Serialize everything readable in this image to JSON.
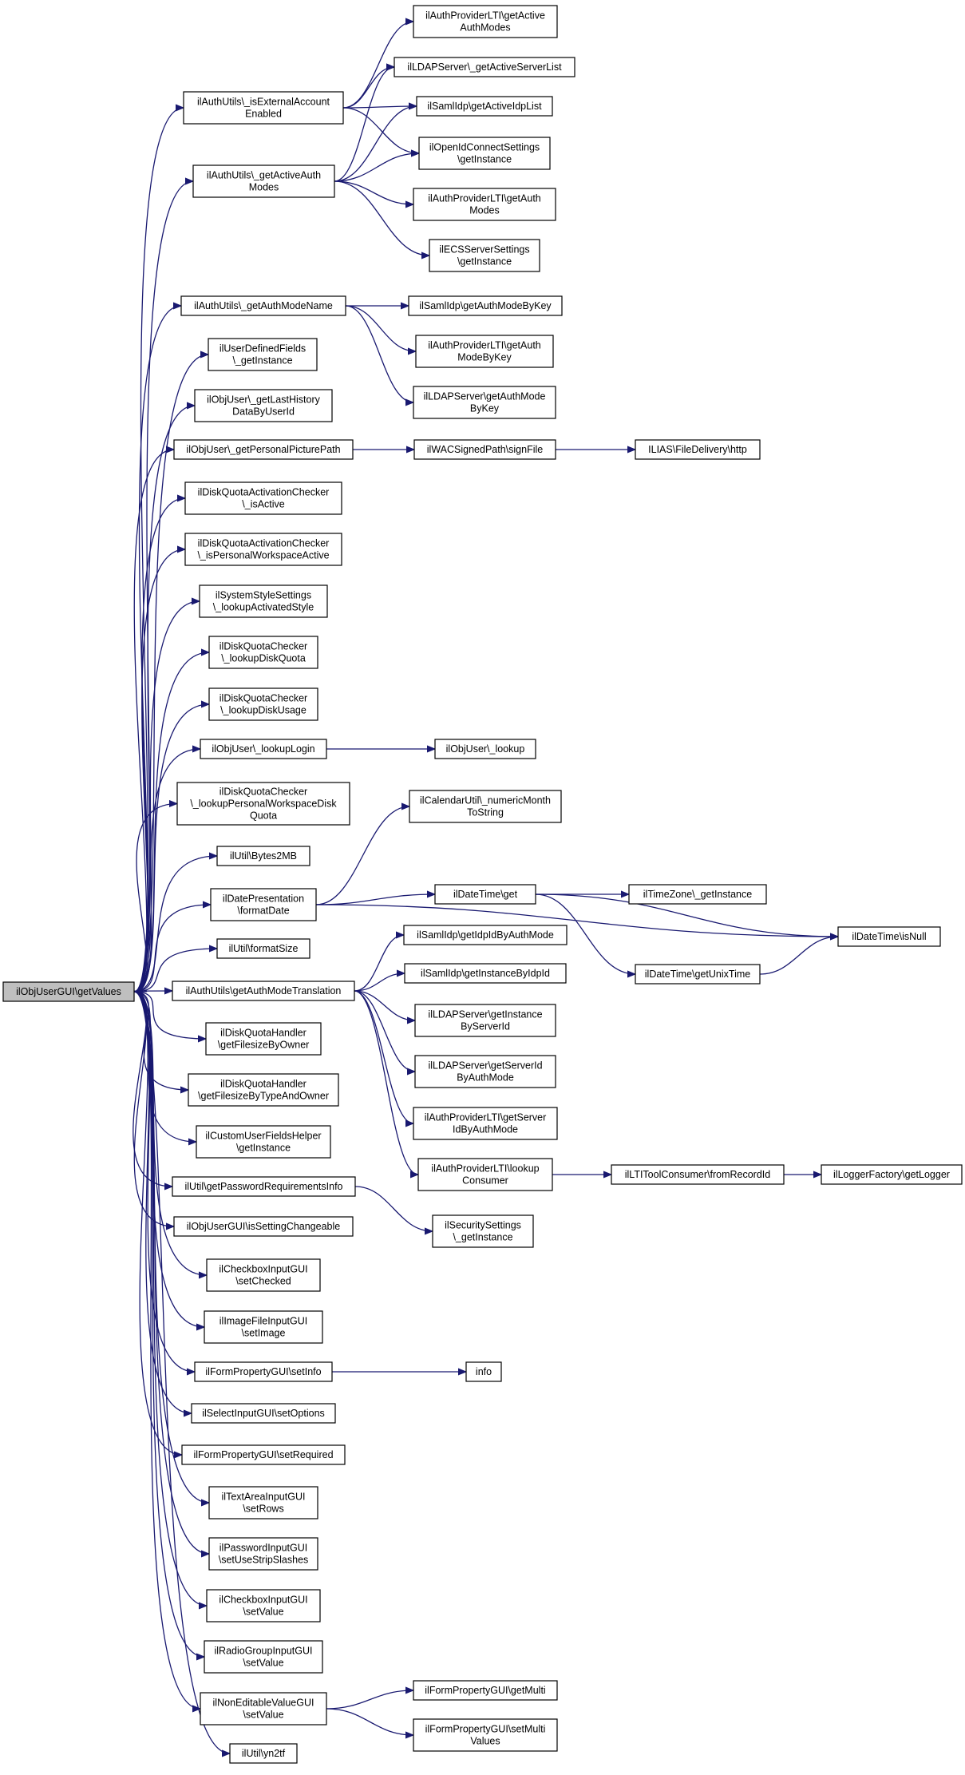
{
  "title": "",
  "colors": {
    "edge": "#191970",
    "node_border": "#000000",
    "root_fill": "#bfbfbf",
    "node_fill": "#ffffff"
  },
  "nodes": [
    {
      "id": "root",
      "lines": [
        "ilObjUserGUI\\getValues"
      ],
      "root": true
    },
    {
      "id": "isExt",
      "lines": [
        "ilAuthUtils\\_isExternalAccount",
        "Enabled"
      ]
    },
    {
      "id": "getActiveAuthModes",
      "lines": [
        "ilAuthUtils\\_getActiveAuth",
        "Modes"
      ]
    },
    {
      "id": "getAuthModeName",
      "lines": [
        "ilAuthUtils\\_getAuthModeName"
      ]
    },
    {
      "id": "udf",
      "lines": [
        "ilUserDefinedFields",
        "\\_getInstance"
      ]
    },
    {
      "id": "lastHist",
      "lines": [
        "ilObjUser\\_getLastHistory",
        "DataByUserId"
      ]
    },
    {
      "id": "picPath",
      "lines": [
        "ilObjUser\\_getPersonalPicturePath"
      ]
    },
    {
      "id": "dqaIsActive",
      "lines": [
        "ilDiskQuotaActivationChecker",
        "\\_isActive"
      ]
    },
    {
      "id": "dqaIsPWA",
      "lines": [
        "ilDiskQuotaActivationChecker",
        "\\_isPersonalWorkspaceActive"
      ]
    },
    {
      "id": "sysStyle",
      "lines": [
        "ilSystemStyleSettings",
        "\\_lookupActivatedStyle"
      ]
    },
    {
      "id": "dqcQuota",
      "lines": [
        "ilDiskQuotaChecker",
        "\\_lookupDiskQuota"
      ]
    },
    {
      "id": "dqcUsage",
      "lines": [
        "ilDiskQuotaChecker",
        "\\_lookupDiskUsage"
      ]
    },
    {
      "id": "lookupLogin",
      "lines": [
        "ilObjUser\\_lookupLogin"
      ]
    },
    {
      "id": "dqcPWQ",
      "lines": [
        "ilDiskQuotaChecker",
        "\\_lookupPersonalWorkspaceDisk",
        "Quota"
      ]
    },
    {
      "id": "bytes2mb",
      "lines": [
        "ilUtil\\Bytes2MB"
      ]
    },
    {
      "id": "formatDate",
      "lines": [
        "ilDatePresentation",
        "\\formatDate"
      ]
    },
    {
      "id": "formatSize",
      "lines": [
        "ilUtil\\formatSize"
      ]
    },
    {
      "id": "getAuthModeTrans",
      "lines": [
        "ilAuthUtils\\getAuthModeTranslation"
      ]
    },
    {
      "id": "dqhOwner",
      "lines": [
        "ilDiskQuotaHandler",
        "\\getFilesizeByOwner"
      ]
    },
    {
      "id": "dqhTypeOwner",
      "lines": [
        "ilDiskQuotaHandler",
        "\\getFilesizeByTypeAndOwner"
      ]
    },
    {
      "id": "customUF",
      "lines": [
        "ilCustomUserFieldsHelper",
        "\\getInstance"
      ]
    },
    {
      "id": "pwReq",
      "lines": [
        "ilUtil\\getPasswordRequirementsInfo"
      ]
    },
    {
      "id": "settingChg",
      "lines": [
        "ilObjUserGUI\\isSettingChangeable"
      ]
    },
    {
      "id": "cbSetChecked",
      "lines": [
        "ilCheckboxInputGUI",
        "\\setChecked"
      ]
    },
    {
      "id": "imgSetImage",
      "lines": [
        "ilImageFileInputGUI",
        "\\setImage"
      ]
    },
    {
      "id": "fpSetInfo",
      "lines": [
        "ilFormPropertyGUI\\setInfo"
      ]
    },
    {
      "id": "selSetOptions",
      "lines": [
        "ilSelectInputGUI\\setOptions"
      ]
    },
    {
      "id": "fpSetRequired",
      "lines": [
        "ilFormPropertyGUI\\setRequired"
      ]
    },
    {
      "id": "taSetRows",
      "lines": [
        "ilTextAreaInputGUI",
        "\\setRows"
      ]
    },
    {
      "id": "pwSetStrip",
      "lines": [
        "ilPasswordInputGUI",
        "\\setUseStripSlashes"
      ]
    },
    {
      "id": "cbSetValue",
      "lines": [
        "ilCheckboxInputGUI",
        "\\setValue"
      ]
    },
    {
      "id": "rgSetValue",
      "lines": [
        "ilRadioGroupInputGUI",
        "\\setValue"
      ]
    },
    {
      "id": "nevSetValue",
      "lines": [
        "ilNonEditableValueGUI",
        "\\setValue"
      ]
    },
    {
      "id": "yn2tf",
      "lines": [
        "ilUtil\\yn2tf"
      ]
    },
    {
      "id": "ltiGetActiveAuth",
      "lines": [
        "ilAuthProviderLTI\\getActive",
        "AuthModes"
      ]
    },
    {
      "id": "ldapActiveList",
      "lines": [
        "ilLDAPServer\\_getActiveServerList"
      ]
    },
    {
      "id": "samlActiveList",
      "lines": [
        "ilSamlIdp\\getActiveIdpList"
      ]
    },
    {
      "id": "oidcInstance",
      "lines": [
        "ilOpenIdConnectSettings",
        "\\getInstance"
      ]
    },
    {
      "id": "ltiGetAuthModes",
      "lines": [
        "ilAuthProviderLTI\\getAuth",
        "Modes"
      ]
    },
    {
      "id": "ecsInstance",
      "lines": [
        "ilECSServerSettings",
        "\\getInstance"
      ]
    },
    {
      "id": "samlByKey",
      "lines": [
        "ilSamlIdp\\getAuthModeByKey"
      ]
    },
    {
      "id": "ltiByKey",
      "lines": [
        "ilAuthProviderLTI\\getAuth",
        "ModeByKey"
      ]
    },
    {
      "id": "ldapByKey",
      "lines": [
        "ilLDAPServer\\getAuthMode",
        "ByKey"
      ]
    },
    {
      "id": "wacSign",
      "lines": [
        "ilWACSignedPath\\signFile"
      ]
    },
    {
      "id": "iliasHttp",
      "lines": [
        "ILIAS\\FileDelivery\\http"
      ]
    },
    {
      "id": "objUserLookup",
      "lines": [
        "ilObjUser\\_lookup"
      ]
    },
    {
      "id": "calMonth",
      "lines": [
        "ilCalendarUtil\\_numericMonth",
        "ToString"
      ]
    },
    {
      "id": "dtGet",
      "lines": [
        "ilDateTime\\get"
      ]
    },
    {
      "id": "tzInstance",
      "lines": [
        "ilTimeZone\\_getInstance"
      ]
    },
    {
      "id": "dtIsNull",
      "lines": [
        "ilDateTime\\isNull"
      ]
    },
    {
      "id": "dtUnix",
      "lines": [
        "ilDateTime\\getUnixTime"
      ]
    },
    {
      "id": "samlIdpIdByAuth",
      "lines": [
        "ilSamlIdp\\getIdpIdByAuthMode"
      ]
    },
    {
      "id": "samlInstById",
      "lines": [
        "ilSamlIdp\\getInstanceByIdpId"
      ]
    },
    {
      "id": "ldapInstById",
      "lines": [
        "ilLDAPServer\\getInstance",
        "ByServerId"
      ]
    },
    {
      "id": "ldapSrvIdByAuth",
      "lines": [
        "ilLDAPServer\\getServerId",
        "ByAuthMode"
      ]
    },
    {
      "id": "ltiSrvIdByAuth",
      "lines": [
        "ilAuthProviderLTI\\getServer",
        "IdByAuthMode"
      ]
    },
    {
      "id": "ltiLookupConsumer",
      "lines": [
        "ilAuthProviderLTI\\lookup",
        "Consumer"
      ]
    },
    {
      "id": "ltiFromRecord",
      "lines": [
        "ilLTIToolConsumer\\fromRecordId"
      ]
    },
    {
      "id": "loggerGet",
      "lines": [
        "ilLoggerFactory\\getLogger"
      ]
    },
    {
      "id": "secInstance",
      "lines": [
        "ilSecuritySettings",
        "\\_getInstance"
      ]
    },
    {
      "id": "info",
      "lines": [
        "info"
      ]
    },
    {
      "id": "fpGetMulti",
      "lines": [
        "ilFormPropertyGUI\\getMulti"
      ]
    },
    {
      "id": "fpSetMulti",
      "lines": [
        "ilFormPropertyGUI\\setMulti",
        "Values"
      ]
    }
  ],
  "edges": [
    [
      "root",
      "isExt"
    ],
    [
      "root",
      "getActiveAuthModes"
    ],
    [
      "root",
      "getAuthModeName"
    ],
    [
      "root",
      "udf"
    ],
    [
      "root",
      "lastHist"
    ],
    [
      "root",
      "picPath"
    ],
    [
      "root",
      "dqaIsActive"
    ],
    [
      "root",
      "dqaIsPWA"
    ],
    [
      "root",
      "sysStyle"
    ],
    [
      "root",
      "dqcQuota"
    ],
    [
      "root",
      "dqcUsage"
    ],
    [
      "root",
      "lookupLogin"
    ],
    [
      "root",
      "dqcPWQ"
    ],
    [
      "root",
      "bytes2mb"
    ],
    [
      "root",
      "formatDate"
    ],
    [
      "root",
      "formatSize"
    ],
    [
      "root",
      "getAuthModeTrans"
    ],
    [
      "root",
      "dqhOwner"
    ],
    [
      "root",
      "dqhTypeOwner"
    ],
    [
      "root",
      "customUF"
    ],
    [
      "root",
      "pwReq"
    ],
    [
      "root",
      "settingChg"
    ],
    [
      "root",
      "cbSetChecked"
    ],
    [
      "root",
      "imgSetImage"
    ],
    [
      "root",
      "fpSetInfo"
    ],
    [
      "root",
      "selSetOptions"
    ],
    [
      "root",
      "fpSetRequired"
    ],
    [
      "root",
      "taSetRows"
    ],
    [
      "root",
      "pwSetStrip"
    ],
    [
      "root",
      "cbSetValue"
    ],
    [
      "root",
      "rgSetValue"
    ],
    [
      "root",
      "nevSetValue"
    ],
    [
      "root",
      "yn2tf"
    ],
    [
      "isExt",
      "ltiGetActiveAuth"
    ],
    [
      "isExt",
      "ldapActiveList"
    ],
    [
      "isExt",
      "samlActiveList"
    ],
    [
      "isExt",
      "oidcInstance"
    ],
    [
      "getActiveAuthModes",
      "ldapActiveList"
    ],
    [
      "getActiveAuthModes",
      "samlActiveList"
    ],
    [
      "getActiveAuthModes",
      "oidcInstance"
    ],
    [
      "getActiveAuthModes",
      "ltiGetAuthModes"
    ],
    [
      "getActiveAuthModes",
      "ecsInstance"
    ],
    [
      "getAuthModeName",
      "samlByKey"
    ],
    [
      "getAuthModeName",
      "ltiByKey"
    ],
    [
      "getAuthModeName",
      "ldapByKey"
    ],
    [
      "picPath",
      "wacSign"
    ],
    [
      "wacSign",
      "iliasHttp"
    ],
    [
      "lookupLogin",
      "objUserLookup"
    ],
    [
      "formatDate",
      "calMonth"
    ],
    [
      "formatDate",
      "dtGet"
    ],
    [
      "formatDate",
      "dtIsNull"
    ],
    [
      "dtGet",
      "tzInstance"
    ],
    [
      "dtGet",
      "dtIsNull"
    ],
    [
      "dtGet",
      "dtUnix"
    ],
    [
      "dtUnix",
      "dtIsNull"
    ],
    [
      "getAuthModeTrans",
      "samlIdpIdByAuth"
    ],
    [
      "getAuthModeTrans",
      "samlInstById"
    ],
    [
      "getAuthModeTrans",
      "ldapInstById"
    ],
    [
      "getAuthModeTrans",
      "ldapSrvIdByAuth"
    ],
    [
      "getAuthModeTrans",
      "ltiSrvIdByAuth"
    ],
    [
      "getAuthModeTrans",
      "ltiLookupConsumer"
    ],
    [
      "ltiLookupConsumer",
      "ltiFromRecord"
    ],
    [
      "ltiFromRecord",
      "loggerGet"
    ],
    [
      "pwReq",
      "secInstance"
    ],
    [
      "fpSetInfo",
      "info"
    ],
    [
      "nevSetValue",
      "fpGetMulti"
    ],
    [
      "nevSetValue",
      "fpSetMulti"
    ]
  ]
}
